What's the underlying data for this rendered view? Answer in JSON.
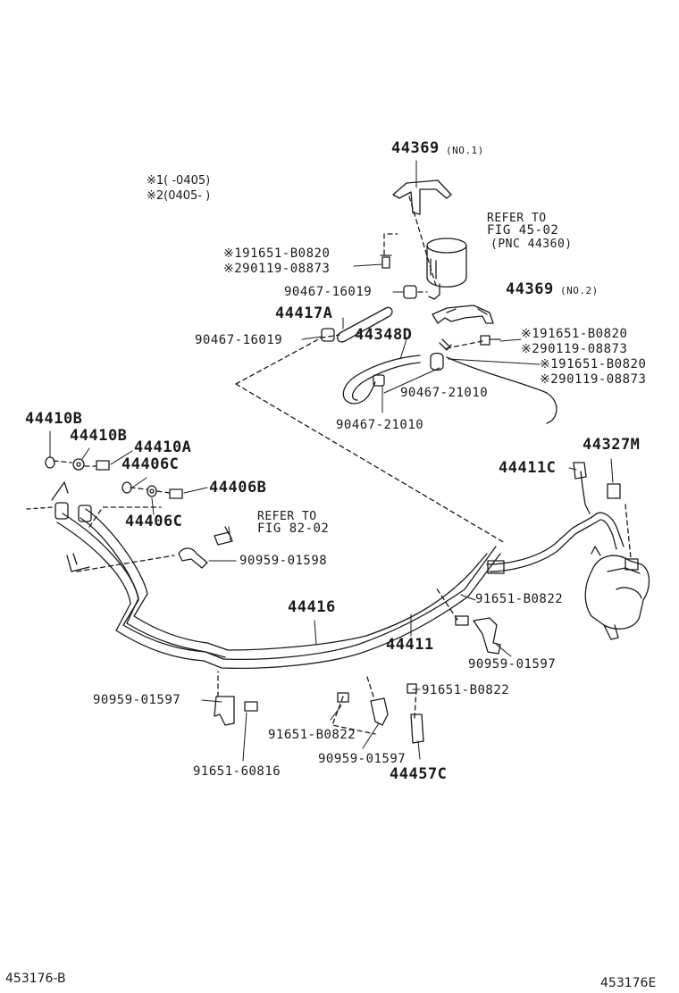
{
  "notes": {
    "note1": "※1(    -0405)",
    "note2": "※2(0405-    )"
  },
  "labels": {
    "p44369_no1": "44369",
    "no1": "(NO.1)",
    "refer1_a": "REFER TO",
    "refer1_b": "FIG 45-02",
    "refer1_c": "(PNC 44360)",
    "s191651_a": "※191651-B0820",
    "s290119_a": "※290119-08873",
    "p90467_16019_a": "90467-16019",
    "p44369_no2": "44369",
    "no2": "(NO.2)",
    "p44417a": "44417A",
    "p90467_16019_b": "90467-16019",
    "p44348d": "44348D",
    "s191651_b": "※191651-B0820",
    "s290119_b": "※290119-08873",
    "s191651_c": "※191651-B0820",
    "s290119_c": "※290119-08873",
    "p90467_21010_a": "90467-21010",
    "p90467_21010_b": "90467-21010",
    "p44410b_a": "44410B",
    "p44410b_b": "44410B",
    "p44410a": "44410A",
    "p44406c_a": "44406C",
    "p44406b": "44406B",
    "p44406c_b": "44406C",
    "p44327m": "44327M",
    "p44411c": "44411C",
    "refer2_a": "REFER TO",
    "refer2_b": "FIG 82-02",
    "p90959_01598": "90959-01598",
    "p44416": "44416",
    "p91651_b0822_a": "91651-B0822",
    "p44411": "44411",
    "p90959_01597_a": "90959-01597",
    "p90959_01597_b": "90959-01597",
    "p91651_b0822_b": "91651-B0822",
    "p91651_b0822_c": "91651-B0822",
    "p90959_01597_c": "90959-01597",
    "p44457c": "44457C",
    "p91651_60816": "91651-60816"
  },
  "footer": {
    "left": "453176-B",
    "right": "453176E"
  }
}
